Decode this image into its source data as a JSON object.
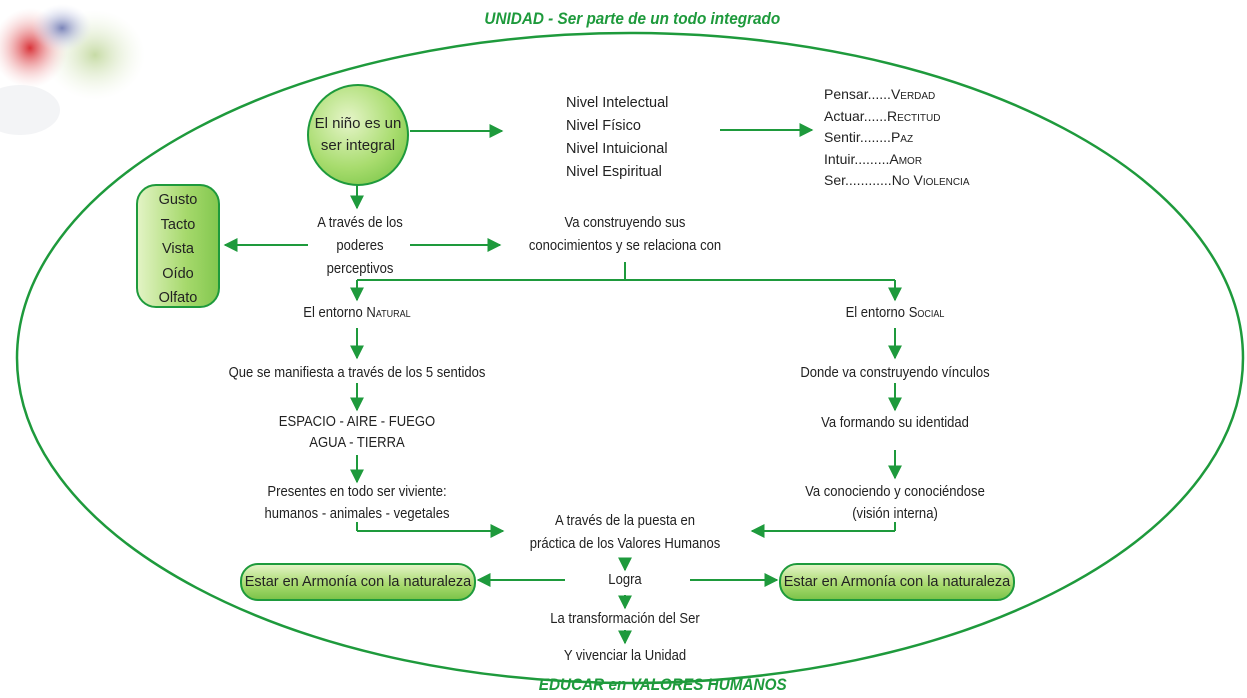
{
  "title_top": "UNIDAD - Ser parte de un todo integrado",
  "title_bottom": "EDUCAR en VALORES HUMANOS",
  "center": {
    "line1": "El niño es un",
    "line2": "ser integral"
  },
  "levels": [
    "Nivel Intelectual",
    "Nivel Físico",
    "Nivel Intuicional",
    "Nivel Espiritual"
  ],
  "values": [
    {
      "verb": "Pensar",
      "value": "Verdad"
    },
    {
      "verb": "Actuar",
      "value": "Rectitud"
    },
    {
      "verb": "Sentir",
      "value": "Paz"
    },
    {
      "verb": "Intuir",
      "value": "Amor"
    },
    {
      "verb": "Ser",
      "value": "No Violencia"
    }
  ],
  "senses": [
    "Gusto",
    "Tacto",
    "Vista",
    "Oído",
    "Olfato"
  ],
  "powers": [
    "A través de los",
    "poderes",
    "perceptivos"
  ],
  "builds": [
    "Va construyendo sus",
    "conocimientos y se relaciona con"
  ],
  "natural": {
    "prefix": "El entorno ",
    "label": "Natural"
  },
  "social": {
    "prefix": "El entorno ",
    "label": "Social"
  },
  "manifests": "Que se manifiesta a través de los 5 sentidos",
  "elements": [
    "ESPACIO - AIRE - FUEGO",
    "AGUA - TIERRA"
  ],
  "present": [
    "Presentes en todo ser viviente:",
    "humanos - animales - vegetales"
  ],
  "bonds": "Donde va construyendo vínculos",
  "identity": "Va formando su identidad",
  "knowing": [
    "Va conociendo y conociéndose",
    "(visión interna)"
  ],
  "practice": [
    "A través de la puesta en",
    "práctica de los Valores Humanos"
  ],
  "achieves": "Logra",
  "harmony_left": "Estar en Armonía con la naturaleza",
  "harmony_right": "Estar en Armonía con la naturaleza",
  "transformation": "La transformación del Ser",
  "unity": "Y vivenciar la Unidad",
  "colors": {
    "accent": "#1e9a3c",
    "fill_light": "#e2f3c4",
    "fill_mid": "#a6d96c"
  }
}
